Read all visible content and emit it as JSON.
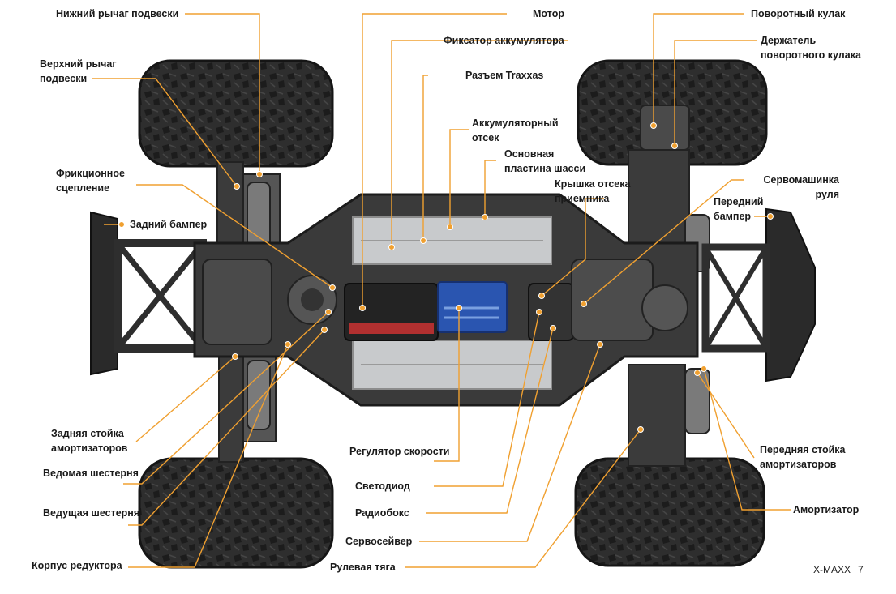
{
  "diagram": {
    "labels": {
      "lower_arm": "Нижний рычаг подвески",
      "motor": "Мотор",
      "steering_knuckle": "Поворотный кулак",
      "battery_hold": "Фиксатор аккумулятора",
      "knuckle_carrier_1": "Держатель",
      "knuckle_carrier_2": "поворотного кулака",
      "upper_arm_1": "Верхний рычаг",
      "upper_arm_2": "подвески",
      "traxxas_connector": "Разъем Traxxas",
      "battery_comp_1": "Аккумуляторный",
      "battery_comp_2": "отсек",
      "chassis_1": "Основная",
      "chassis_2": "пластина шасси",
      "slipper_1": "Фрикционное",
      "slipper_2": "сцепление",
      "receiver_cover_1": "Крышка отсека",
      "receiver_cover_2": "приемника",
      "steering_servo_1": "Сервомашинка",
      "steering_servo_2": "руля",
      "rear_bumper": "Задний бампер",
      "front_bumper_1": "Передний",
      "front_bumper_2": "бампер",
      "rear_shock_tower_1": "Задняя стойка",
      "rear_shock_tower_2": "амортизаторов",
      "front_shock_tower_1": "Передняя стойка",
      "front_shock_tower_2": "амортизаторов",
      "esc": "Регулятор скорости",
      "spur_gear": "Ведомая шестерня",
      "led": "Светодиод",
      "shock": "Амортизатор",
      "pinion_gear": "Ведущая шестерня",
      "receiver_box": "Радиобокс",
      "servo_saver": "Сервосейвер",
      "gearbox_housing": "Корпус редуктора",
      "steering_link": "Рулевая тяга"
    },
    "footer": {
      "model": "X-MAXX",
      "page": "7"
    },
    "colors": {
      "leader": "#f0a030",
      "text": "#1a1a1a",
      "tire": "#2b2b2b",
      "chassis": "#3a3a3a",
      "tray": "#c8cacc"
    }
  }
}
